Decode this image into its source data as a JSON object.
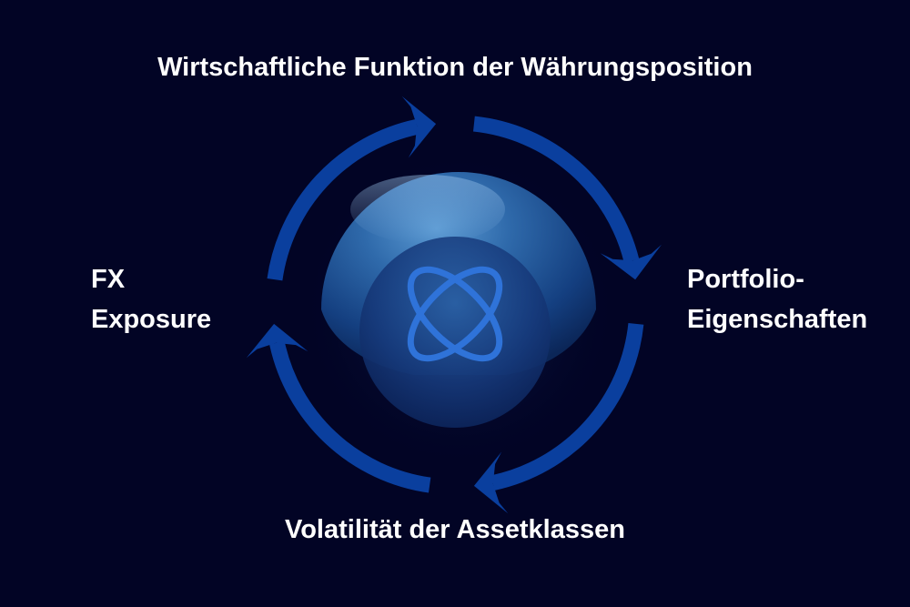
{
  "diagram": {
    "type": "cycle",
    "labels": {
      "top": "Wirtschaftliche Funktion der Währungsposition",
      "right": [
        "Portfolio-",
        "Eigenschaften"
      ],
      "bottom": "Volatilität der Assetklassen",
      "left": [
        "FX",
        "Exposure"
      ]
    },
    "center_icon": "atom-orbit-icon",
    "arrow_direction": "clockwise"
  },
  "colors": {
    "background": "#020425",
    "arrow": "#0a3f9e",
    "text": "#ffffff",
    "sphere_light": "#3f7fbf",
    "sphere_dark": "#0b2a63",
    "icon": "#2f73d9"
  }
}
